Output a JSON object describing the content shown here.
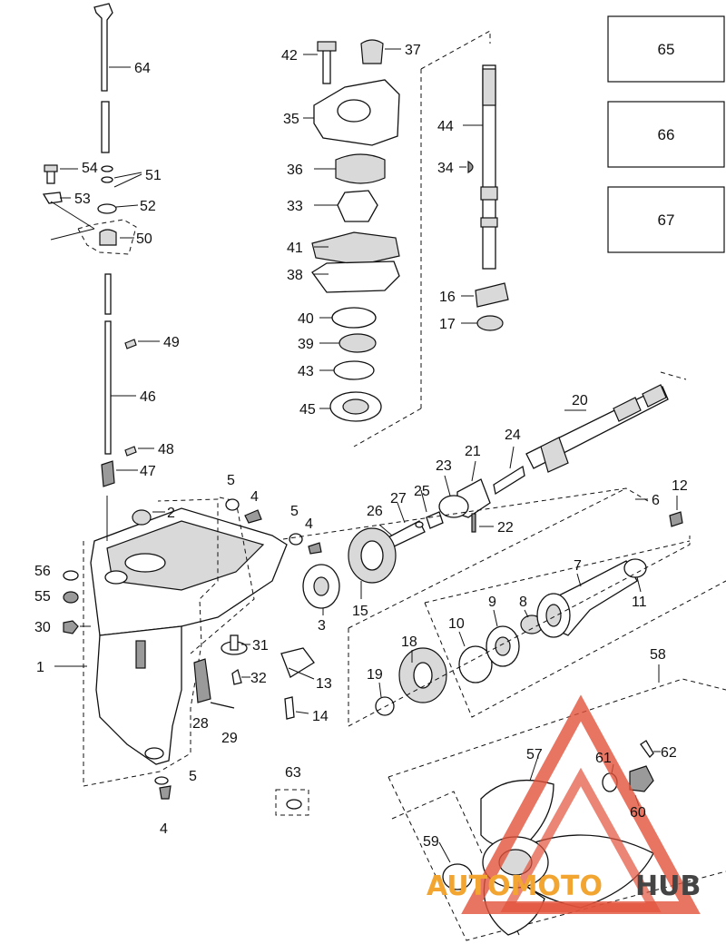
{
  "diagram": {
    "part_callouts": [
      "1",
      "2",
      "3",
      "4",
      "5",
      "6",
      "7",
      "8",
      "9",
      "10",
      "11",
      "12",
      "13",
      "14",
      "15",
      "16",
      "17",
      "18",
      "19",
      "20",
      "21",
      "22",
      "23",
      "24",
      "25",
      "26",
      "27",
      "28",
      "29",
      "30",
      "31",
      "32",
      "33",
      "34",
      "35",
      "36",
      "37",
      "38",
      "39",
      "40",
      "41",
      "42",
      "43",
      "44",
      "45",
      "46",
      "47",
      "48",
      "49",
      "50",
      "51",
      "52",
      "53",
      "54",
      "55",
      "56",
      "57",
      "58",
      "59",
      "60",
      "61",
      "62",
      "63",
      "64"
    ],
    "box_labels": [
      "65",
      "66",
      "67"
    ],
    "extra_callouts": {
      "c4b": "4",
      "c4c": "4",
      "c5b": "5",
      "c5c": "5"
    }
  },
  "watermark": {
    "part1": "AUTOMOTO",
    "part2": "HUB",
    "color_primary": "#e2513b",
    "color_secondary": "#f2a531",
    "color_dark": "#444444"
  }
}
